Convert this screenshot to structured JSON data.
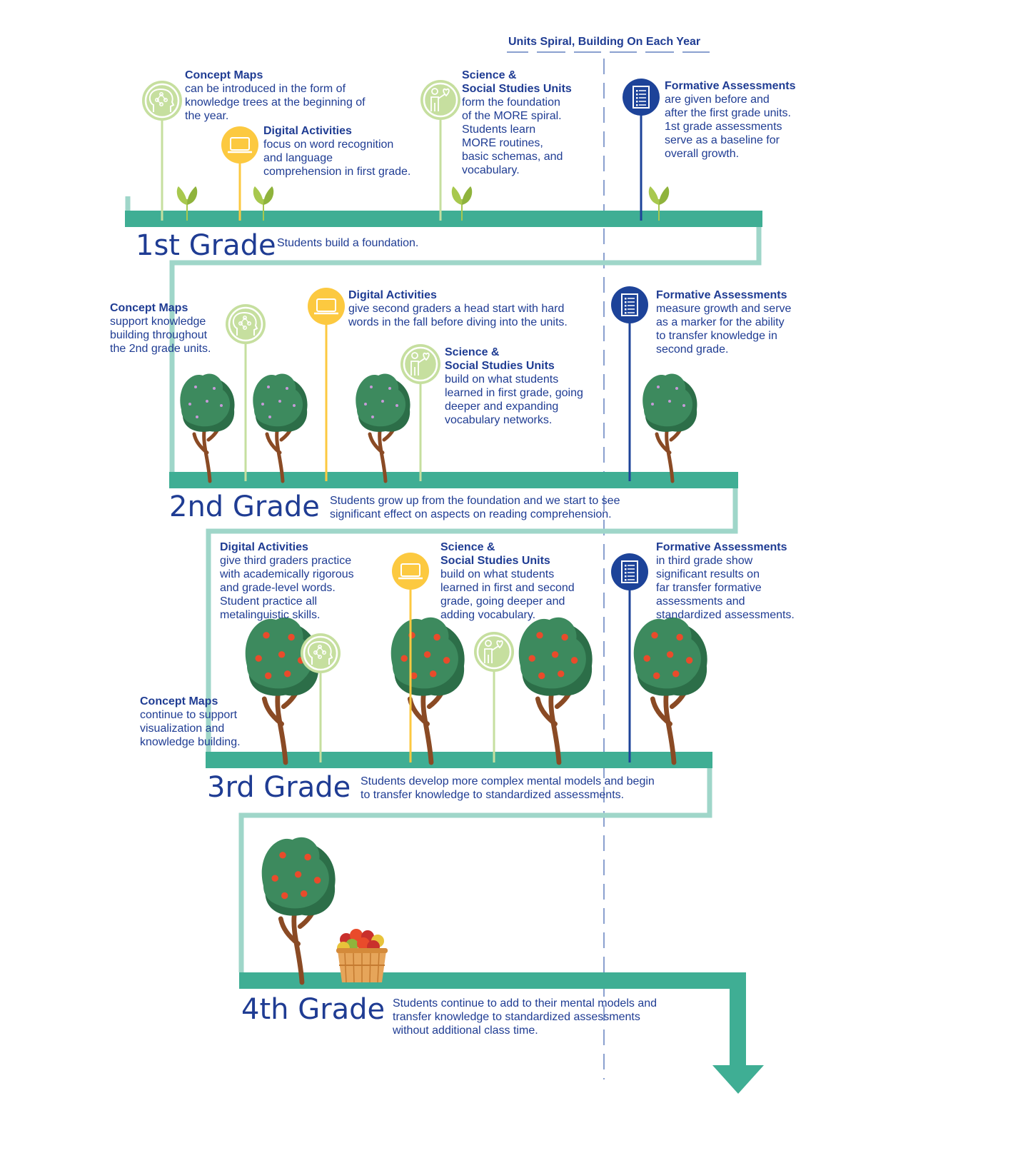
{
  "header": "Units Spiral, Building On Each Year",
  "colors": {
    "navy": "#1f3c93",
    "teal": "#3fae94",
    "light_teal": "#9fd6c9",
    "light_green": "#c6df9f",
    "yellow": "#fcc940",
    "dark_blue": "#1d4399",
    "tree_green": "#3d8a5e",
    "tree_dark": "#2c6e48",
    "trunk": "#8a4a24",
    "apple": "#e94b2b",
    "dashed": "#8aa0cf"
  },
  "grades": [
    {
      "title": "1st Grade",
      "description": "Students build a foundation.",
      "items": [
        {
          "heading": "Concept Maps",
          "body": "can be introduced in the form of\nknowledge trees at the beginning of\nthe year.",
          "icon": "concept-map-icon"
        },
        {
          "heading": "Digital Activities",
          "body": "focus on word recognition\nand language\ncomprehension in first grade.",
          "icon": "laptop-icon"
        },
        {
          "heading": "Science &\nSocial Studies Units",
          "body": "form the foundation\nof the MORE spiral.\nStudents learn\nMORE routines,\nbasic schemas, and\nvocabulary.",
          "icon": "teacher-icon"
        },
        {
          "heading": "Formative Assessments",
          "body": "are given before and\nafter the first grade units.\n1st grade assessments\nserve as a baseline for\noverall growth.",
          "icon": "checklist-icon"
        }
      ]
    },
    {
      "title": "2nd Grade",
      "description": "Students grow up from the foundation and we start to see\nsignificant effect on aspects on reading comprehension.",
      "items": [
        {
          "heading": "Concept Maps",
          "body": "support knowledge\nbuilding throughout\nthe 2nd grade units.",
          "icon": "concept-map-icon"
        },
        {
          "heading": "Digital Activities",
          "body": "give second graders a head start with hard\nwords in the fall before diving into the units.",
          "icon": "laptop-icon"
        },
        {
          "heading": "Science &\nSocial Studies Units",
          "body": "build on what students\nlearned in first grade, going\ndeeper and expanding\nvocabulary networks.",
          "icon": "teacher-icon"
        },
        {
          "heading": "Formative Assessments",
          "body": "measure growth and serve\nas a marker for the ability\nto transfer knowledge in\nsecond grade.",
          "icon": "checklist-icon"
        }
      ]
    },
    {
      "title": "3rd Grade",
      "description": "Students develop more complex mental models and begin\nto transfer knowledge to standardized assessments.",
      "items": [
        {
          "heading": "Digital Activities",
          "body": "give third graders practice\nwith academically rigorous\nand grade-level words.\nStudent practice all\nmetalinguistic skills.",
          "icon": "laptop-icon"
        },
        {
          "heading": "Science &\nSocial Studies Units",
          "body": "build on what students\nlearned in first and second\ngrade, going deeper and\nadding vocabulary.",
          "icon": "teacher-icon"
        },
        {
          "heading": "Formative Assessments",
          "body": "in third grade show\nsignificant results on\nfar transfer formative\nassessments and\nstandardized assessments.",
          "icon": "checklist-icon"
        },
        {
          "heading": "Concept Maps",
          "body": "continue to support\nvisualization and\nknowledge building.",
          "icon": "concept-map-icon"
        }
      ]
    },
    {
      "title": "4th Grade",
      "description": "Students continue to add to their mental models and\ntransfer knowledge to standardized assessments\nwithout additional class time.",
      "items": []
    }
  ]
}
